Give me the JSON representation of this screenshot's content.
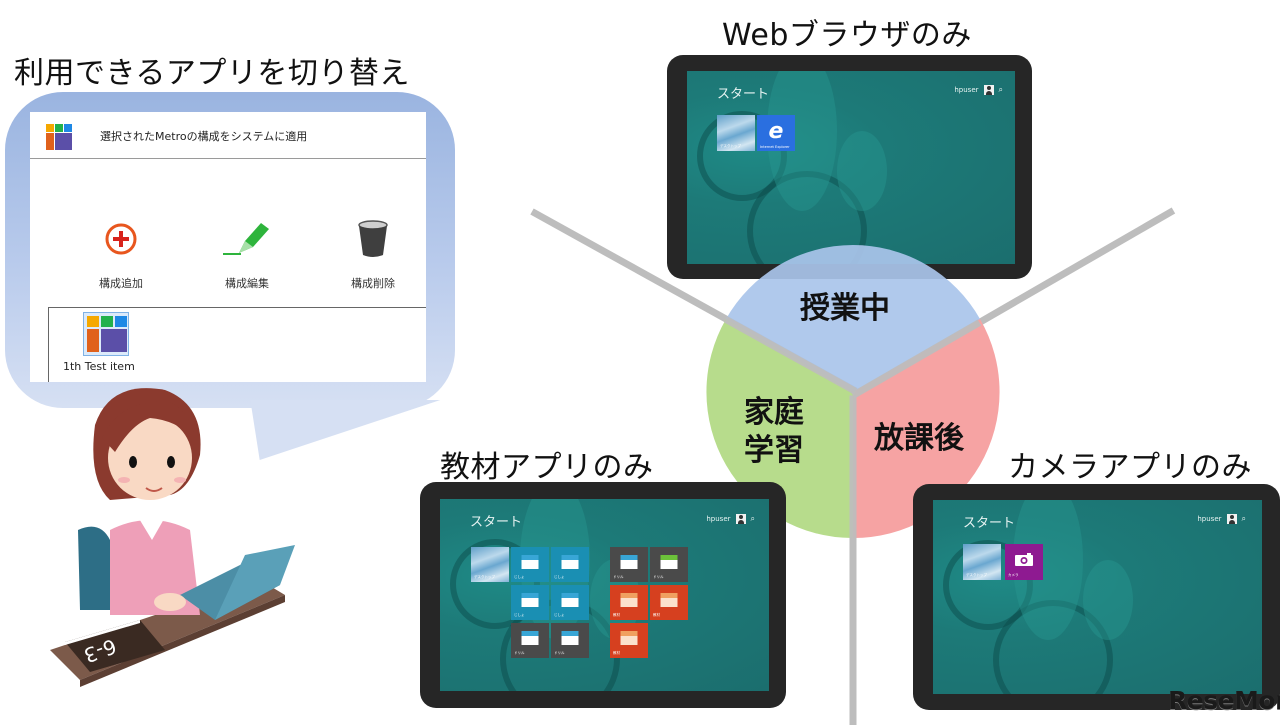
{
  "left_panel": {
    "caption": "利用できるアプリを切り替え",
    "app_window": {
      "title": "選択されたMetroの構成をシステムに適用",
      "logo_colors": [
        "#f5a800",
        "#22b14c",
        "#1e88e5",
        "#e0611c",
        "#5b4fa8"
      ],
      "actions": [
        {
          "label": "構成追加",
          "icon": "add-circle-icon",
          "color": "#e8561e"
        },
        {
          "label": "構成編集",
          "icon": "pencil-icon",
          "color": "#2eb43c"
        },
        {
          "label": "構成削除",
          "icon": "trash-icon",
          "color": "#444444"
        }
      ],
      "items": [
        {
          "label": "1th Test item",
          "icon": "metro-config-icon"
        }
      ]
    },
    "illustration": {
      "description": "woman-at-laptop",
      "book_label": "6-3"
    }
  },
  "tablets": [
    {
      "id": "web",
      "caption": "Webブラウザのみ",
      "start_label": "スタート",
      "user": "hpuser",
      "tiles": [
        {
          "type": "photo",
          "label": "デスクトップ"
        },
        {
          "type": "ie",
          "label": "Internet Explorer"
        }
      ]
    },
    {
      "id": "materials",
      "caption": "教材アプリのみ",
      "start_label": "スタート",
      "user": "hpuser",
      "tiles": [
        {
          "type": "photo",
          "label": "デスクトップ"
        },
        {
          "type": "blue",
          "label": "じしょ"
        },
        {
          "type": "blue",
          "label": "じしょ"
        },
        {
          "type": "gray",
          "label": "ドリル"
        },
        {
          "type": "gray-green",
          "label": "ドリル"
        },
        {
          "type": "blue",
          "label": "じしょ"
        },
        {
          "type": "blue",
          "label": "じしょ"
        },
        {
          "type": "red",
          "label": "教材"
        },
        {
          "type": "red",
          "label": "教材"
        },
        {
          "type": "gray",
          "label": "ドリル"
        },
        {
          "type": "gray",
          "label": "ドリル"
        },
        {
          "type": "red",
          "label": "教材"
        }
      ]
    },
    {
      "id": "camera",
      "caption": "カメラアプリのみ",
      "start_label": "スタート",
      "user": "hpuser",
      "tiles": [
        {
          "type": "photo",
          "label": "デスクトップ"
        },
        {
          "type": "camera",
          "label": "カメラ"
        }
      ]
    }
  ],
  "circle": {
    "segments": [
      {
        "label": "授業中",
        "color": "#a9c4ea"
      },
      {
        "label": "家庭\n学習",
        "label_line1": "家庭",
        "label_line2": "学習",
        "color": "#b7dc8c"
      },
      {
        "label": "放課後",
        "color": "#f6a3a3"
      }
    ],
    "divider_color": "#bdbdbd"
  },
  "watermark": "ReseMom"
}
